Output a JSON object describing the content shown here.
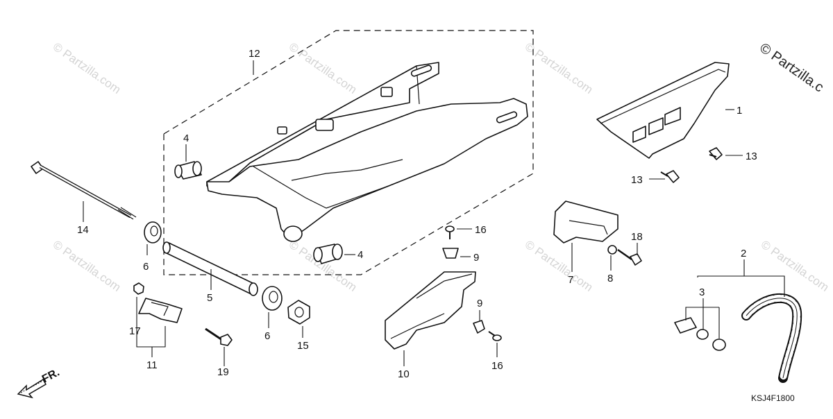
{
  "diagram": {
    "part_code": "KSJ4F1800",
    "front_marker": "FR.",
    "watermark": "© Partzilla.com",
    "corner_watermark": "© Partzilla.c",
    "callouts": [
      "1",
      "2",
      "3",
      "4",
      "4",
      "5",
      "6",
      "6",
      "7",
      "8",
      "9",
      "9",
      "10",
      "11",
      "12",
      "13",
      "13",
      "14",
      "15",
      "16",
      "16",
      "17",
      "18",
      "19"
    ]
  }
}
